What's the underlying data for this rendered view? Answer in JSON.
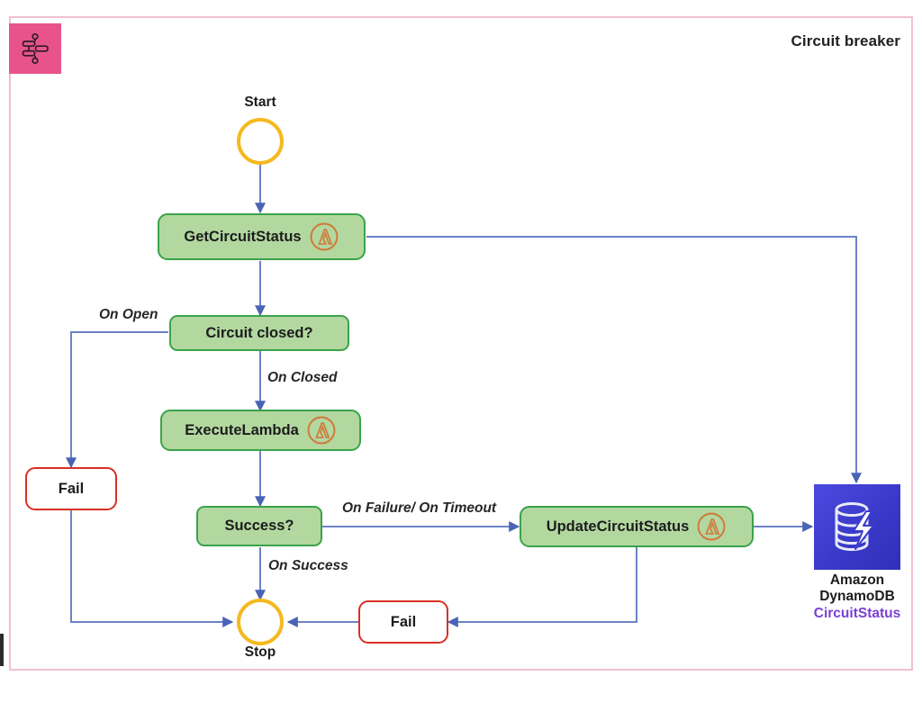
{
  "header": {
    "title": "Circuit breaker",
    "badge_icon": "step-functions-icon"
  },
  "diagram": {
    "type": "state-machine-flowchart",
    "nodes": [
      {
        "id": "start",
        "label": "Start",
        "kind": "start-terminal"
      },
      {
        "id": "get",
        "label": "GetCircuitStatus",
        "kind": "lambda-task"
      },
      {
        "id": "choice",
        "label": "Circuit  closed?",
        "kind": "choice"
      },
      {
        "id": "execute",
        "label": "ExecuteLambda",
        "kind": "lambda-task"
      },
      {
        "id": "success",
        "label": "Success?",
        "kind": "choice"
      },
      {
        "id": "update",
        "label": "UpdateCircuitStatus",
        "kind": "lambda-task"
      },
      {
        "id": "fail_open",
        "label": "Fail",
        "kind": "fail"
      },
      {
        "id": "fail_update",
        "label": "Fail",
        "kind": "fail"
      },
      {
        "id": "stop",
        "label": "Stop",
        "kind": "end-terminal"
      }
    ],
    "edges": [
      {
        "from": "start",
        "to": "get",
        "label": ""
      },
      {
        "from": "get",
        "to": "choice",
        "label": ""
      },
      {
        "from": "get",
        "to": "dynamodb",
        "label": ""
      },
      {
        "from": "choice",
        "to": "fail_open",
        "label": "On Open"
      },
      {
        "from": "choice",
        "to": "execute",
        "label": "On Closed"
      },
      {
        "from": "execute",
        "to": "success",
        "label": ""
      },
      {
        "from": "success",
        "to": "update",
        "label": "On Failure/ On Timeout"
      },
      {
        "from": "success",
        "to": "stop",
        "label": "On Success"
      },
      {
        "from": "update",
        "to": "dynamodb",
        "label": ""
      },
      {
        "from": "update",
        "to": "fail_update",
        "label": ""
      },
      {
        "from": "fail_update",
        "to": "stop",
        "label": ""
      },
      {
        "from": "fail_open",
        "to": "stop",
        "label": ""
      }
    ],
    "edge_labels": {
      "on_open": "On Open",
      "on_closed": "On Closed",
      "on_failure_timeout": "On Failure/ On Timeout",
      "on_success": "On Success"
    },
    "datastore": {
      "icon": "dynamodb-icon",
      "line1": "Amazon",
      "line2": "DynamoDB",
      "table": "CircuitStatus"
    },
    "colors": {
      "frame_border": "#f0c0d4",
      "badge_bg": "#e8538c",
      "task_fill": "#b2d8a0",
      "task_border": "#3aa34a",
      "fail_border": "#d93025",
      "terminal_border": "#f5b91f",
      "edge_stroke": "#6d82c8",
      "lambda_icon": "#d07b3c",
      "dynamodb_bg": "#3c3ccd",
      "table_text": "#7a3fd4"
    }
  }
}
